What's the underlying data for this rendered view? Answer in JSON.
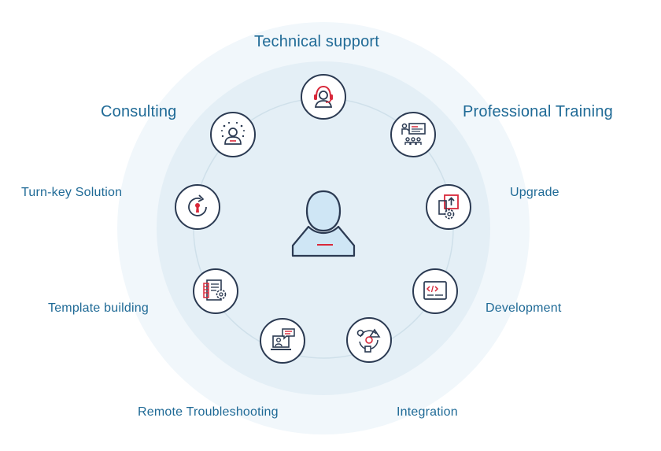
{
  "colors": {
    "outer_halo": "#f1f7fb",
    "inner_halo": "#e4eff6",
    "ring": "#cfe0ea",
    "outline": "#2b3a52",
    "accent_red": "#d8283a",
    "fill_blue": "#cfe6f5",
    "label": "#1f6a96"
  },
  "labels": {
    "technical_support": "Technical support",
    "consulting": "Consulting",
    "professional_training": "Professional Training",
    "turnkey_solution": "Turn-key Solution",
    "upgrade": "Upgrade",
    "template_building": "Template building",
    "development": "Development",
    "remote_troubleshooting": "Remote Troubleshooting",
    "integration": "Integration"
  },
  "nodes": [
    {
      "id": "technical-support",
      "icon": "headset-agent-icon"
    },
    {
      "id": "professional-training",
      "icon": "presentation-audience-icon"
    },
    {
      "id": "upgrade",
      "icon": "upload-gear-icon"
    },
    {
      "id": "development",
      "icon": "code-window-icon"
    },
    {
      "id": "integration",
      "icon": "shapes-cycle-icon"
    },
    {
      "id": "remote-troubleshooting",
      "icon": "laptop-chat-icon"
    },
    {
      "id": "template-building",
      "icon": "document-gear-icon"
    },
    {
      "id": "turnkey-solution",
      "icon": "refresh-keyhole-icon"
    },
    {
      "id": "consulting",
      "icon": "consultant-ideas-icon"
    }
  ],
  "center": {
    "icon": "user-silhouette-icon"
  }
}
